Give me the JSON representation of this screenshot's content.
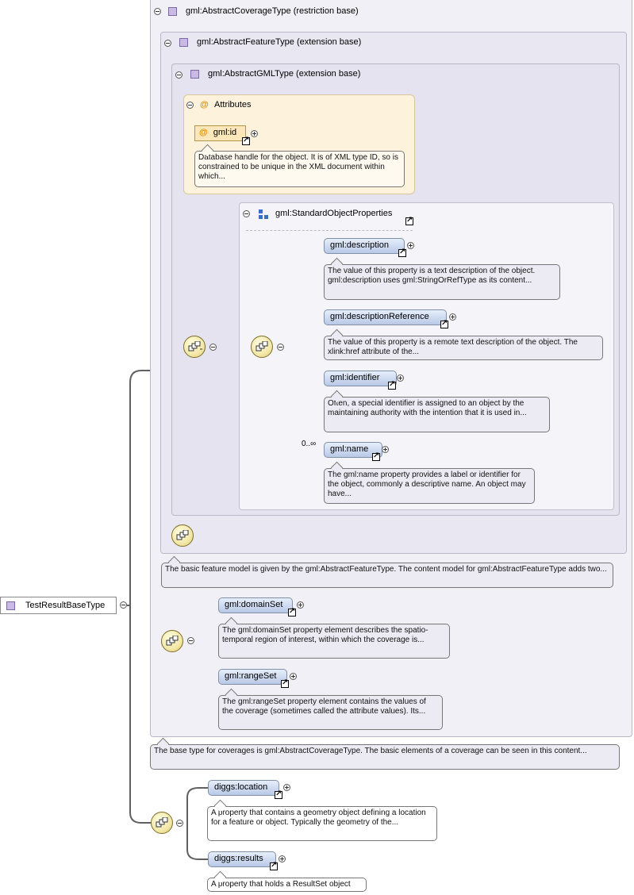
{
  "root": {
    "label": "TestResultBaseType"
  },
  "coverage": {
    "title": "gml:AbstractCoverageType (restriction base)",
    "doc": "The base type for coverages is gml:AbstractCoverageType. The basic elements of a coverage can be seen in this content..."
  },
  "feature": {
    "title": "gml:AbstractFeatureType (extension base)",
    "doc": "The basic feature model is given by the gml:AbstractFeatureType. The content model for gml:AbstractFeatureType adds two..."
  },
  "gml_type": {
    "title": "gml:AbstractGMLType (extension base)"
  },
  "attributes": {
    "title": "Attributes",
    "id_label": "gml:id",
    "id_doc": "Database handle for the object. It is of XML type ID, so is constrained to be unique in the XML document within which..."
  },
  "standard_props": {
    "title": "gml:StandardObjectProperties",
    "elements": [
      {
        "label": "gml:description",
        "doc": "The value of this property is a text description of the object. gml:description uses gml:StringOrRefType as its content..."
      },
      {
        "label": "gml:descriptionReference",
        "doc": "The value of this property is a remote text description of the object. The xlink:href attribute of the..."
      },
      {
        "label": "gml:identifier",
        "doc": "Often, a special identifier is assigned to an object by the maintaining authority with the intention that it is used in..."
      },
      {
        "label": "gml:name",
        "doc": "The gml:name property provides a label or identifier for the object, commonly a descriptive name. An object may have...",
        "cardinality": "0..∞"
      }
    ]
  },
  "coverage_elements": [
    {
      "label": "gml:domainSet",
      "doc": "The gml:domainSet property element describes the spatio-temporal region of interest, within which the coverage is..."
    },
    {
      "label": "gml:rangeSet",
      "doc": "The gml:rangeSet property element contains the values of the coverage (sometimes called the attribute values). Its..."
    }
  ],
  "diggs_elements": [
    {
      "label": "diggs:location",
      "doc": "A property that contains a geometry object defining a location for a feature or object. Typically the geometry of the..."
    },
    {
      "label": "diggs:results",
      "doc": "A property that holds a ResultSet object"
    }
  ],
  "colors": {
    "element_fill": "#b8c9e6",
    "attribute_fill": "#fbe7b9",
    "type_fill": "#f1f0f6",
    "sequence_fill": "#f3e8a8"
  }
}
